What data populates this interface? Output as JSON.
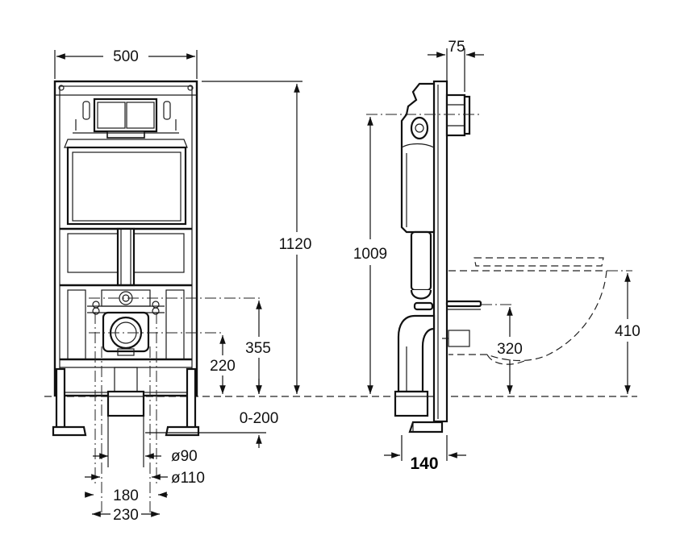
{
  "dimensions": {
    "width_500": "500",
    "height_1120": "1120",
    "height_355": "355",
    "height_220": "220",
    "range_0_200": "0-200",
    "dia_90": "ø90",
    "dia_110": "ø110",
    "spacing_180": "180",
    "spacing_230": "230",
    "depth_75": "75",
    "height_1009": "1009",
    "height_320": "320",
    "height_410": "410",
    "depth_140": "140"
  }
}
